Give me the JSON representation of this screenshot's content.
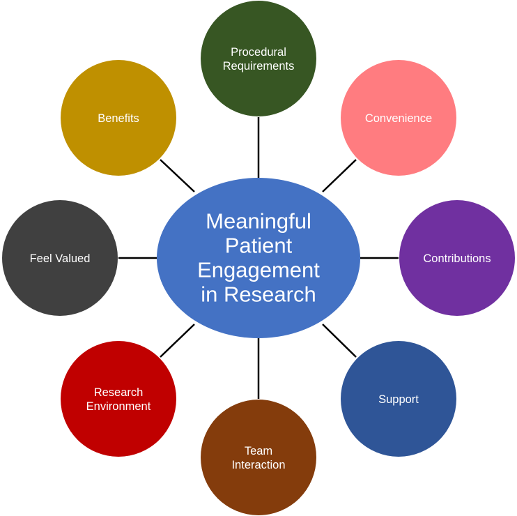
{
  "center": {
    "lines": [
      "Meaningful",
      "Patient",
      "Engagement",
      "in Research"
    ],
    "color": "#4472C4"
  },
  "nodes": [
    {
      "id": "procedural-requirements",
      "lines": [
        "Procedural",
        "Requirements"
      ],
      "color": "#375623"
    },
    {
      "id": "convenience",
      "lines": [
        "Convenience"
      ],
      "color": "#FF7C80"
    },
    {
      "id": "contributions",
      "lines": [
        "Contributions"
      ],
      "color": "#7030A0"
    },
    {
      "id": "support",
      "lines": [
        "Support"
      ],
      "color": "#2F5597"
    },
    {
      "id": "team-interaction",
      "lines": [
        "Team",
        "Interaction"
      ],
      "color": "#843C0C"
    },
    {
      "id": "research-environment",
      "lines": [
        "Research",
        "Environment"
      ],
      "color": "#C00000"
    },
    {
      "id": "feel-valued",
      "lines": [
        "Feel Valued"
      ],
      "color": "#404040"
    },
    {
      "id": "benefits",
      "lines": [
        "Benefits"
      ],
      "color": "#BF9000"
    }
  ],
  "connector_color": "#000000"
}
